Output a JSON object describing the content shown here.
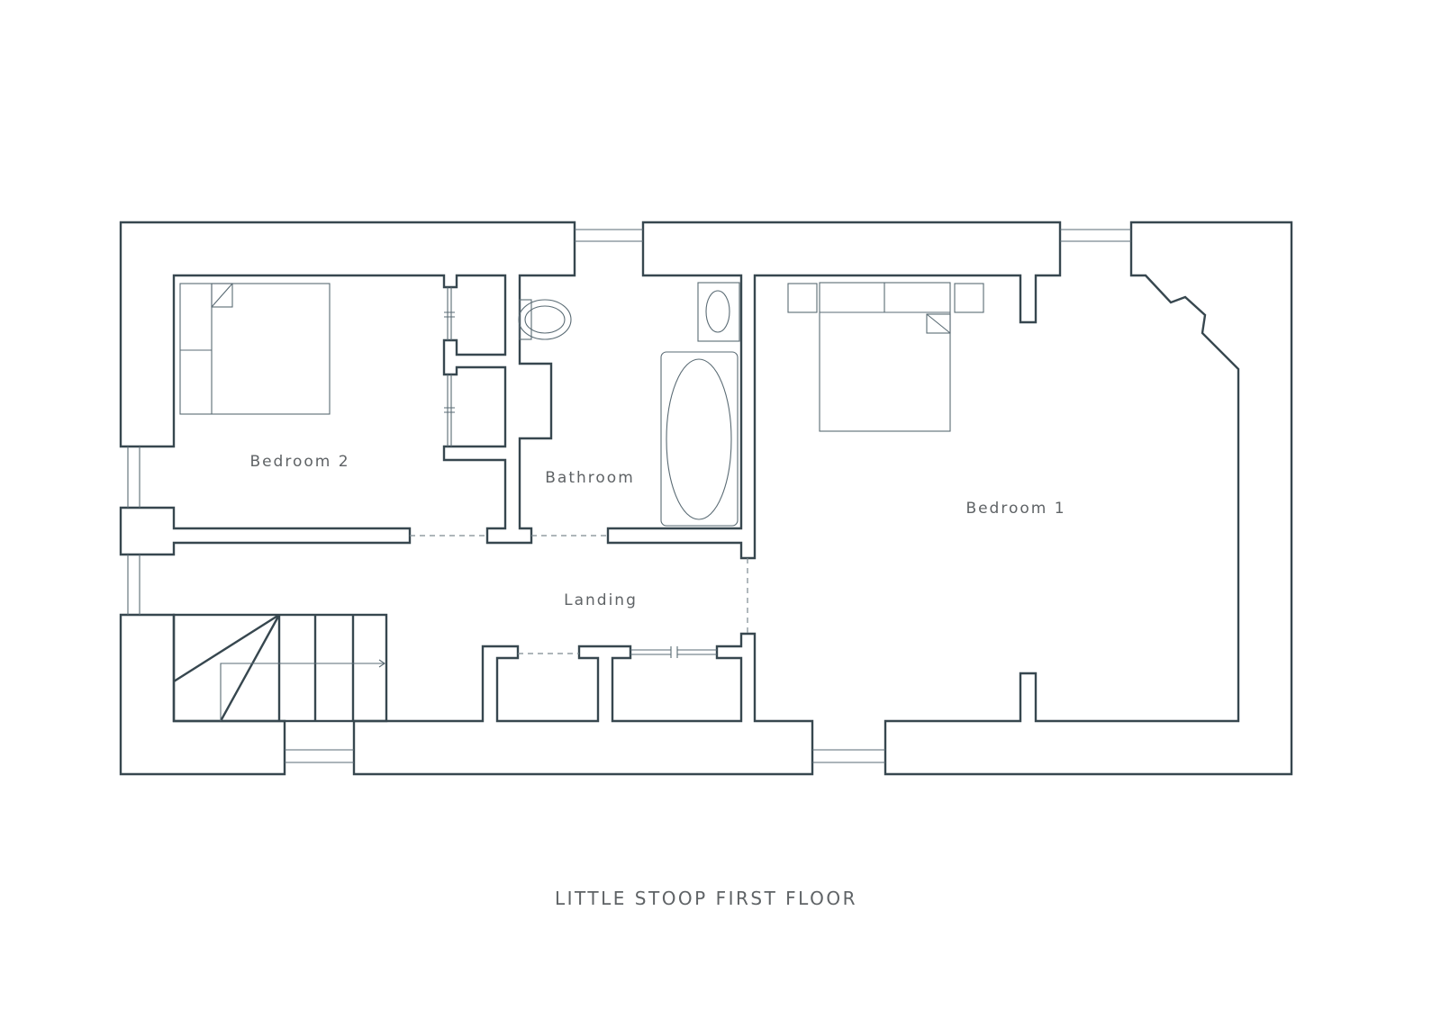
{
  "title": "LITTLE STOOP FIRST FLOOR",
  "rooms": {
    "bedroom2": "Bedroom 2",
    "bathroom": "Bathroom",
    "landing": "Landing",
    "bedroom1": "Bedroom 1"
  },
  "colors": {
    "wall": "#37474f",
    "text": "#5f6366"
  }
}
